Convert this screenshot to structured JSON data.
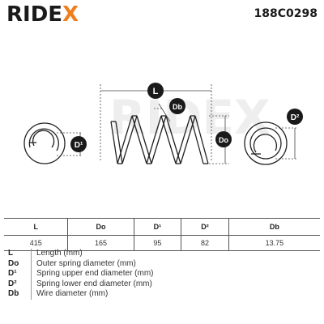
{
  "brand": {
    "logo_main": "RIDE",
    "logo_accent": "X",
    "part_number": "188C0298"
  },
  "diagram": {
    "labels": {
      "length": "L",
      "wire": "Db",
      "outer": "Do",
      "upper": "D¹",
      "lower": "D²"
    }
  },
  "table": {
    "headers": [
      "L",
      "Do",
      "D¹",
      "D²",
      "Db"
    ],
    "values": [
      "415",
      "165",
      "95",
      "82",
      "13.75"
    ]
  },
  "legend": [
    {
      "key": "L",
      "desc": "Length (mm)"
    },
    {
      "key": "Do",
      "desc": "Outer spring diameter (mm)"
    },
    {
      "key": "D¹",
      "desc": "Spring upper end diameter (mm)"
    },
    {
      "key": "D²",
      "desc": "Spring lower end diameter (mm)"
    },
    {
      "key": "Db",
      "desc": "Wire diameter (mm)"
    }
  ],
  "colors": {
    "accent": "#f07d1e",
    "badge": "#1a1a1a",
    "watermark": "#eeeeee"
  }
}
